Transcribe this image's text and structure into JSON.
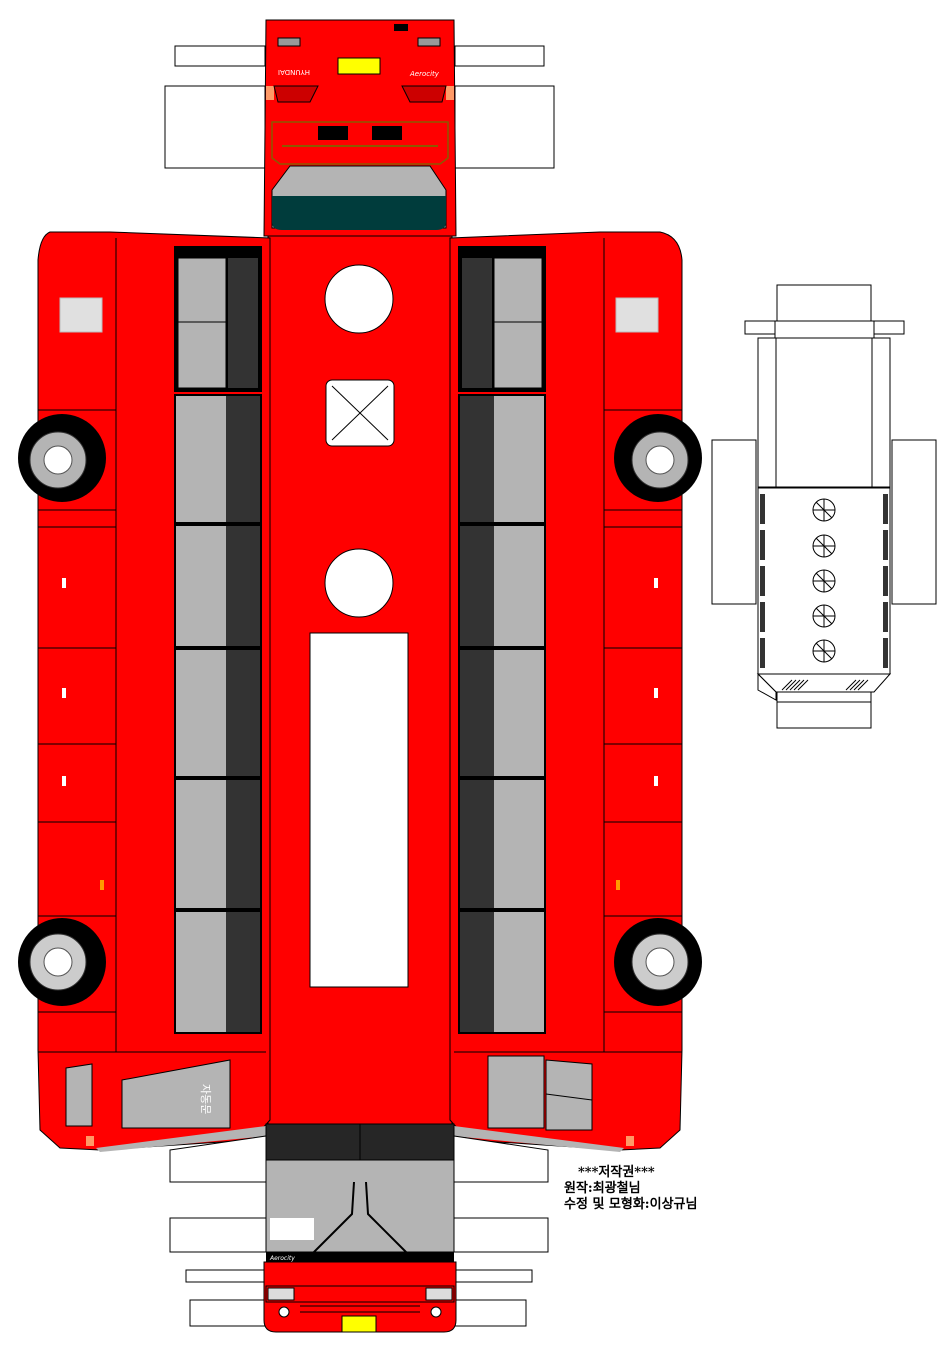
{
  "credits": {
    "title": "***저작권***",
    "original": "원작:최광철님",
    "modified": "수정 및 모형화:이상규님"
  },
  "bus": {
    "rear_brand": "HYUNDAI",
    "rear_model": "Aerocity",
    "front_model": "Aerocity",
    "door_text": "자동문"
  },
  "colors": {
    "body": "#ff0000",
    "window": "#b4b4b4",
    "window_dark": "#333333",
    "windshield_rear": "#003c3c",
    "plate": "#ffff00"
  }
}
